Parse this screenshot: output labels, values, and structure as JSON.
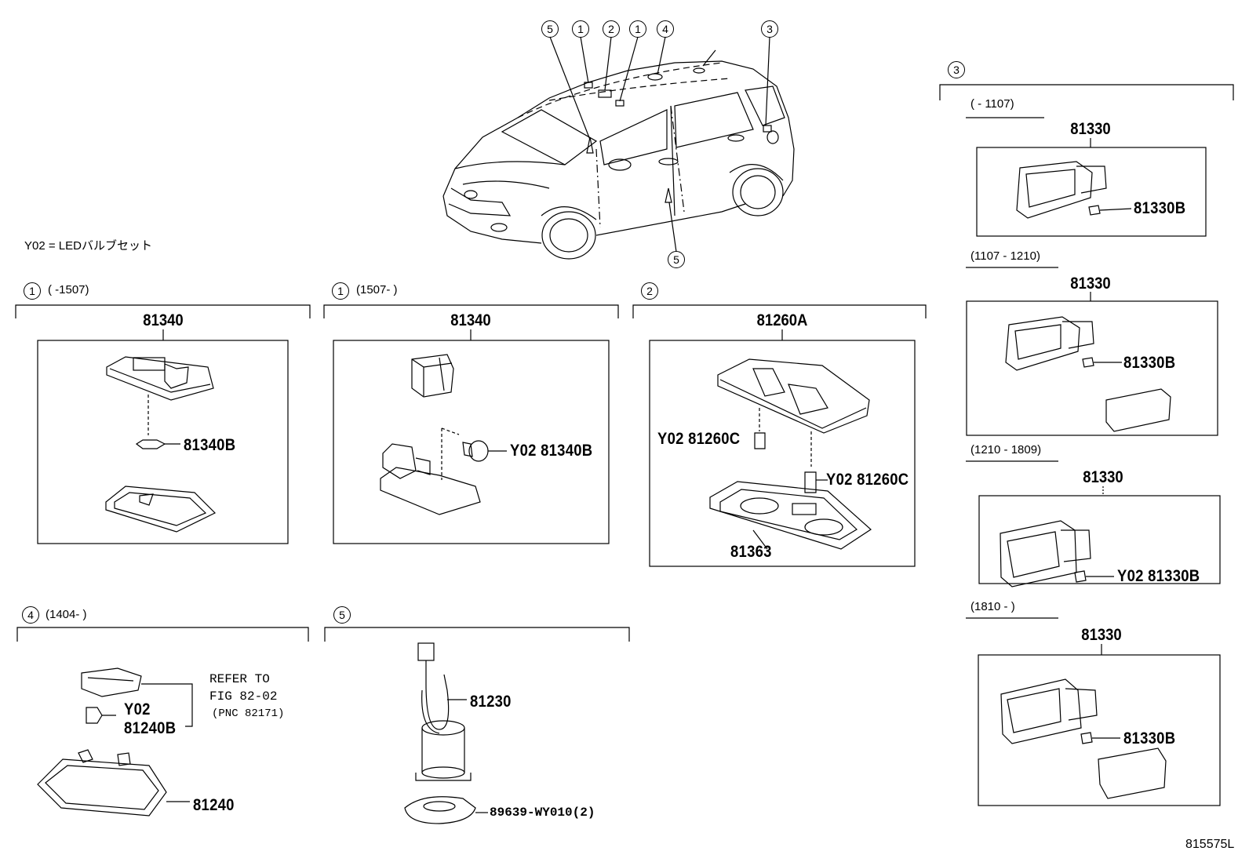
{
  "legend_note": "Y02 = LEDバルブセット",
  "diagram_id": "815575L",
  "car_callouts": [
    "5",
    "1",
    "2",
    "1",
    "4",
    "3",
    "5"
  ],
  "sections": {
    "s1a": {
      "index": "1",
      "range": "(        -1507)",
      "part_main": "81340",
      "part_bulb": "81340B"
    },
    "s1b": {
      "index": "1",
      "range": "(1507-        )",
      "part_main": "81340",
      "part_bulb": "Y02 81340B"
    },
    "s2": {
      "index": "2",
      "part_main": "81260A",
      "part_bulb_left": "Y02 81260C",
      "part_bulb_right": "Y02 81260C",
      "part_lens": "81363"
    },
    "s3": {
      "index": "3",
      "variants": [
        {
          "range": "(        - 1107)",
          "part_main": "81330",
          "part_bulb": "81330B"
        },
        {
          "range": "(1107 - 1210)",
          "part_main": "81330",
          "part_bulb": "81330B"
        },
        {
          "range": "(1210 - 1809)",
          "part_main": "81330",
          "part_bulb": "Y02 81330B"
        },
        {
          "range": "(1810 -        )",
          "part_main": "81330",
          "part_bulb": "81330B"
        }
      ]
    },
    "s4": {
      "index": "4",
      "range": "(1404-        )",
      "ref_line1": "REFER TO",
      "ref_line2": "FIG 82-02",
      "ref_line3": "(PNC 82171)",
      "bulb_prefix": "Y02",
      "part_bulb": "81240B",
      "part_main": "81240"
    },
    "s5": {
      "index": "5",
      "part_main": "81230",
      "part_pad": "89639-WY010(2)"
    }
  }
}
